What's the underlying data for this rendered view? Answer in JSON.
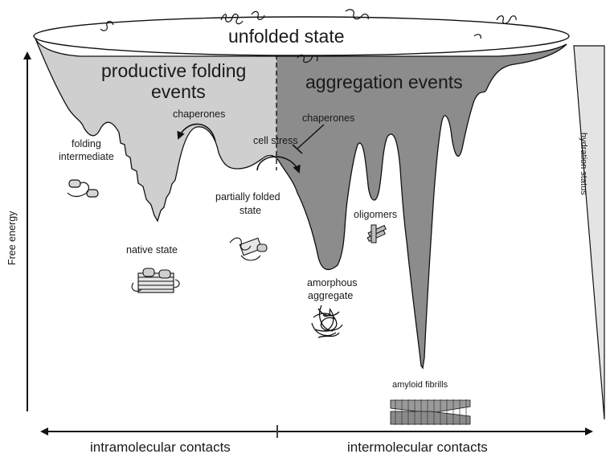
{
  "labels": {
    "unfolded": "unfolded state",
    "productive_line1": "productive folding",
    "productive_line2": "events",
    "aggregation": "aggregation events",
    "chaperones_left": "chaperones",
    "chaperones_right": "chaperones",
    "cell_stress": "cell stress",
    "folding_intermediate_1": "folding",
    "folding_intermediate_2": "intermediate",
    "native_state": "native state",
    "partially_folded_1": "partially folded",
    "partially_folded_2": "state",
    "oligomers": "oligomers",
    "amorphous_1": "amorphous",
    "amorphous_2": "aggregate",
    "amyloid": "amyloid fibrills",
    "free_energy": "Free energy",
    "hydration": "hydration status",
    "intramolecular": "intramolecular contacts",
    "intermolecular": "intermolecular contacts"
  },
  "colors": {
    "productive_fill": "#cfcfcf",
    "aggregation_fill": "#8c8c8c",
    "ellipse_fill": "#ffffff",
    "hydration_fill": "#e4e4e4",
    "line": "#111111"
  }
}
